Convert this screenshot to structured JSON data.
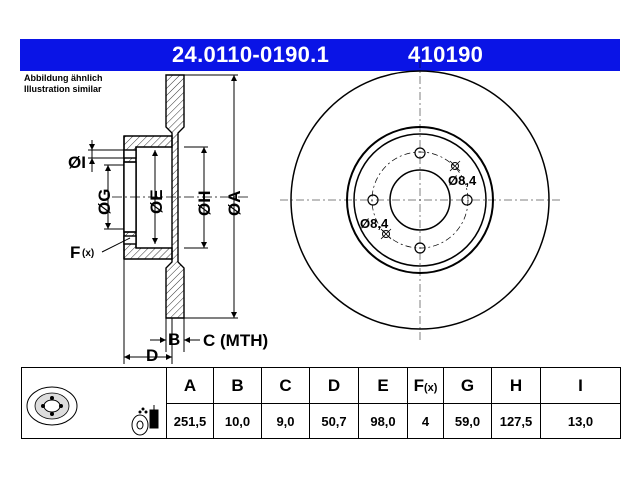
{
  "header": {
    "part_number": "24.0110-0190.1",
    "ref_number": "410190",
    "bg_color": "#0a14e6"
  },
  "note": {
    "line1": "Abbildung ähnlich",
    "line2": "Illustration similar"
  },
  "labels": {
    "dI": "ØI",
    "dG": "ØG",
    "dE": "ØE",
    "dH": "ØH",
    "dA": "ØA",
    "F": "F",
    "F_sub": "(x)",
    "B": "B",
    "C_mth": "C (MTH)",
    "D": "D",
    "hole1": "Ø8,4",
    "hole2": "Ø8,4"
  },
  "table": {
    "columns": [
      "A",
      "B",
      "C",
      "D",
      "E",
      "F",
      "G",
      "H",
      "I"
    ],
    "F_sub": "(x)",
    "values": [
      "251,5",
      "10,0",
      "9,0",
      "50,7",
      "98,0",
      "4",
      "59,0",
      "127,5",
      "13,0"
    ]
  }
}
